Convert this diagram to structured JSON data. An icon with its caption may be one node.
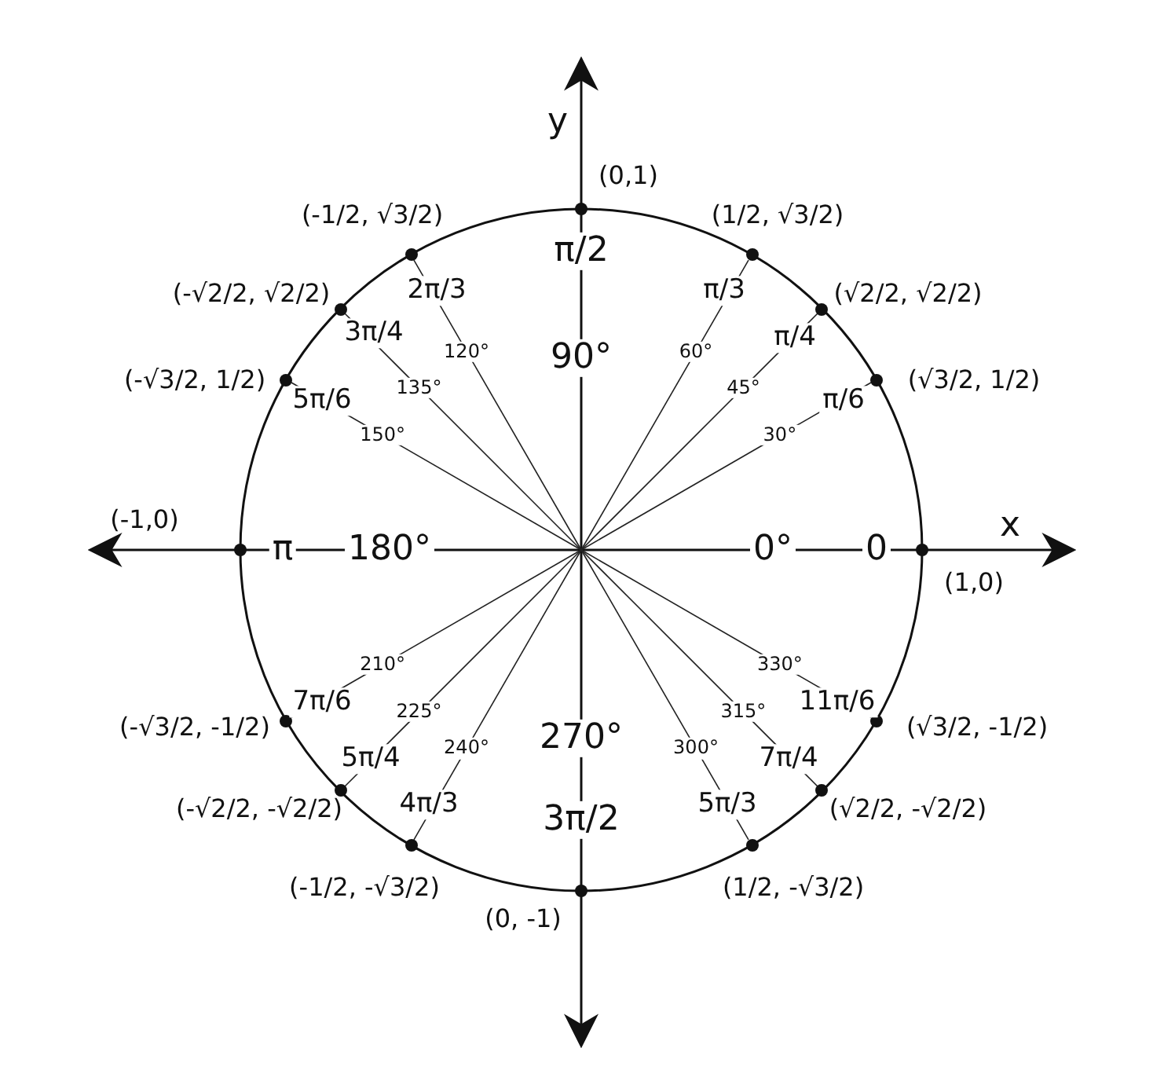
{
  "diagram": {
    "nodes": [
      {
        "text": [],
        "shape": "circle",
        "beside": [
          "(1,0)"
        ]
      },
      {
        "text": [],
        "shape": "circle",
        "beside": [
          "(√3/2, 1/2)"
        ]
      },
      {
        "text": [],
        "shape": "circle",
        "beside": [
          "(√2/2, √2/2)"
        ]
      },
      {
        "text": [],
        "shape": "circle",
        "beside": [
          "(1/2, √3/2)"
        ]
      },
      {
        "text": [],
        "shape": "circle",
        "beside": [
          "(0,1)"
        ]
      },
      {
        "text": [],
        "shape": "circle",
        "beside": [
          "(-1/2, √3/2)"
        ]
      },
      {
        "text": [],
        "shape": "circle",
        "beside": [
          "(-√2/2, √2/2)"
        ]
      },
      {
        "text": [],
        "shape": "circle",
        "beside": [
          "(-√3/2, 1/2)"
        ]
      },
      {
        "text": [],
        "shape": "circle",
        "beside": [
          "(-1,0)"
        ]
      },
      {
        "text": [],
        "shape": "circle",
        "beside": [
          "(-√3/2, -1/2)"
        ]
      },
      {
        "text": [],
        "shape": "circle",
        "beside": [
          "(-√2/2, -√2/2)"
        ]
      },
      {
        "text": [],
        "shape": "circle",
        "beside": [
          "(-1/2, -√3/2)"
        ]
      },
      {
        "text": [],
        "shape": "circle",
        "beside": [
          "(0, -1)"
        ]
      },
      {
        "text": [],
        "shape": "circle",
        "beside": [
          "(1/2, -√3/2)"
        ]
      },
      {
        "text": [],
        "shape": "circle",
        "beside": [
          "(√2/2, -√2/2)"
        ]
      },
      {
        "text": [],
        "shape": "circle",
        "beside": [
          "(√3/2, -1/2)"
        ]
      }
    ],
    "edges": [
      {
        "from": null,
        "to": 1,
        "arrow": "none",
        "label": "30°"
      },
      {
        "from": null,
        "to": 2,
        "arrow": "none",
        "label": "45°"
      },
      {
        "from": null,
        "to": 3,
        "arrow": "none",
        "label": "60°"
      },
      {
        "from": null,
        "to": 5,
        "arrow": "none",
        "label": "120°"
      },
      {
        "from": null,
        "to": 6,
        "arrow": "none",
        "label": "135°"
      },
      {
        "from": null,
        "to": 7,
        "arrow": "none",
        "label": "150°"
      },
      {
        "from": null,
        "to": 9,
        "arrow": "none",
        "label": "210°"
      },
      {
        "from": null,
        "to": 10,
        "arrow": "none",
        "label": "225°"
      },
      {
        "from": null,
        "to": 11,
        "arrow": "none",
        "label": "240°"
      },
      {
        "from": null,
        "to": 13,
        "arrow": "none",
        "label": "300°"
      },
      {
        "from": null,
        "to": 14,
        "arrow": "none",
        "label": "315°"
      },
      {
        "from": null,
        "to": 15,
        "arrow": "none",
        "label": "330°"
      }
    ],
    "labels": [
      "y",
      "x",
      "0°",
      "0",
      "90°",
      "π/2",
      "180°",
      "π",
      "270°",
      "3π/2",
      "π/6",
      "π/4",
      "π/3",
      "2π/3",
      "3π/4",
      "5π/6",
      "7π/6",
      "5π/4",
      "4π/3",
      "5π/3",
      "7π/4",
      "11π/6"
    ]
  }
}
